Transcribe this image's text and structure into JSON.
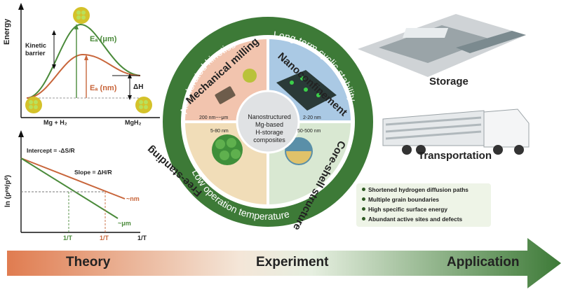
{
  "theory_energy": {
    "y_axis": "Energy",
    "kinetic_barrier": "Kinetic\nbarrier",
    "ea_um": "Eₐ (μm)",
    "ea_nm": "Eₐ (nm)",
    "delta_h": "ΔH",
    "reactant": "Mg + H₂",
    "product": "MgH₂",
    "colors": {
      "um": "#4a8a3a",
      "nm": "#c8653a"
    }
  },
  "theory_vanthoff": {
    "y_axis": "ln (pᵉᵠ/p⁰)",
    "intercept": "Intercept = -ΔS/R",
    "slope": "Slope = ΔH/R",
    "label_nm": "~nm",
    "label_um": "~μm",
    "x_tick_1": "1/T",
    "x_tick_2": "1/T",
    "x_axis": "1/T"
  },
  "center": {
    "title": "Nanostructured\nMg-based\nH-storage\ncomposites",
    "ring_top_left": "Accelerated  kinetics",
    "ring_top_right": "Long-term cyclic stability",
    "ring_bottom": "Low operation temperature",
    "quadrants": [
      {
        "name": "Mechanical milling",
        "size": "200 nm~~μm"
      },
      {
        "name": "Nanoconfinement",
        "size": "2-20 nm"
      },
      {
        "name": "Free-standing",
        "size": "5-80 nm"
      },
      {
        "name": "Core-shell structure",
        "size": "50-500 nm"
      }
    ]
  },
  "benefits": [
    "Shortened hydrogen diffusion paths",
    "Multiple grain boundaries",
    "High specific surface energy",
    "Abundant active sites and defects"
  ],
  "applications": {
    "storage": "Storage",
    "transportation": "Transportation"
  },
  "arrow": {
    "theory": "Theory",
    "experiment": "Experiment",
    "application": "Application"
  }
}
